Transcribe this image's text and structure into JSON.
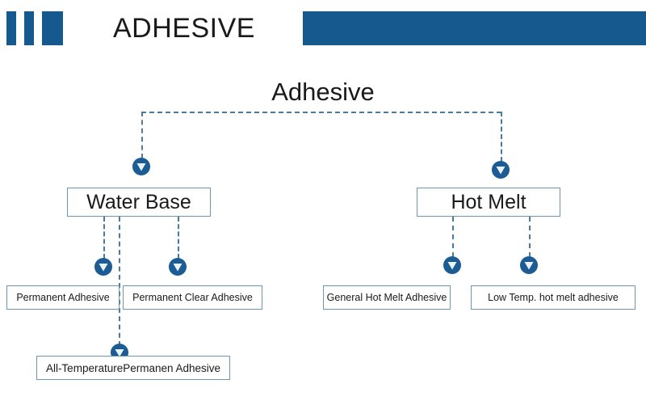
{
  "header": {
    "title": "ADHESIVE",
    "accent_color": "#15598F",
    "bars": [
      "bar-small-1",
      "bar-small-2",
      "bar-medium",
      "bar-wide"
    ]
  },
  "diagram": {
    "root": {
      "label": "Adhesive"
    },
    "level1": [
      {
        "id": "water-base",
        "label": "Water Base"
      },
      {
        "id": "hot-melt",
        "label": "Hot Melt"
      }
    ],
    "level2": [
      {
        "id": "permanent-adhesive",
        "label": "Permanent Adhesive",
        "parent": "water-base"
      },
      {
        "id": "permanent-clear-adhesive",
        "label": "Permanent Clear Adhesive",
        "parent": "water-base"
      },
      {
        "id": "all-temperature",
        "label": "All-TemperaturePermanen Adhesive",
        "parent": "water-base"
      },
      {
        "id": "general-hot-melt",
        "label": "General Hot Melt Adhesive",
        "parent": "hot-melt"
      },
      {
        "id": "low-temp-hot-melt",
        "label": "Low Temp. hot melt adhesive",
        "parent": "hot-melt"
      }
    ],
    "connector_color": "#4C7A9B",
    "node_border_color": "#6C97B4",
    "arrow_icon": "arrow-down-circle-icon",
    "arrow_fill": "#1A5C93",
    "arrow_glyph_fill": "#E8F2F8"
  }
}
